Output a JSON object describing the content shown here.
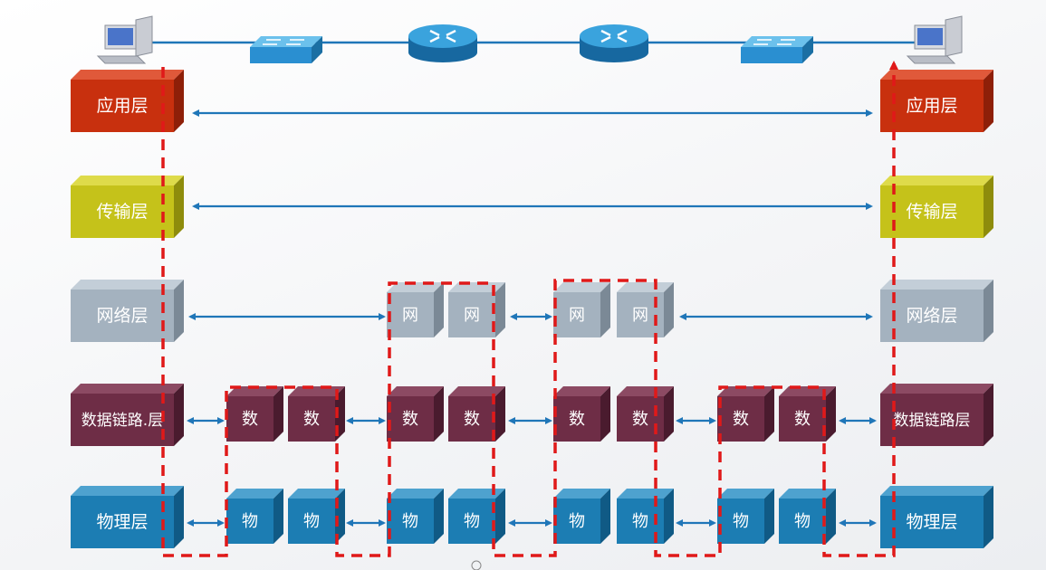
{
  "layers": [
    {
      "key": "app",
      "label": "应用层",
      "short": "",
      "colors": {
        "front": "#c8300e",
        "top": "#e0593a",
        "side": "#8e1f08"
      }
    },
    {
      "key": "transport",
      "label": "传输层",
      "short": "",
      "colors": {
        "front": "#c5c21a",
        "top": "#dedb4a",
        "side": "#8e8c0c"
      }
    },
    {
      "key": "network",
      "label": "网络层",
      "short": "网",
      "colors": {
        "front": "#a4b2bf",
        "top": "#c3ced8",
        "side": "#7b8996"
      }
    },
    {
      "key": "datalink",
      "label": "数据链路层",
      "label_left": "数据链路.层",
      "short": "数",
      "colors": {
        "front": "#6e2d46",
        "top": "#8c4a63",
        "side": "#4a1b2e"
      }
    },
    {
      "key": "physical",
      "label": "物理层",
      "short": "物",
      "colors": {
        "front": "#1c7db3",
        "top": "#4ea2cf",
        "side": "#105a85"
      }
    }
  ],
  "devices": [
    "computer-left",
    "switch-1",
    "router-1",
    "router-2",
    "switch-2",
    "computer-right"
  ],
  "colors": {
    "link": "#1f76b8",
    "path": "#e01919",
    "screen": "#4a74c9",
    "device": "#2a8fd1"
  }
}
